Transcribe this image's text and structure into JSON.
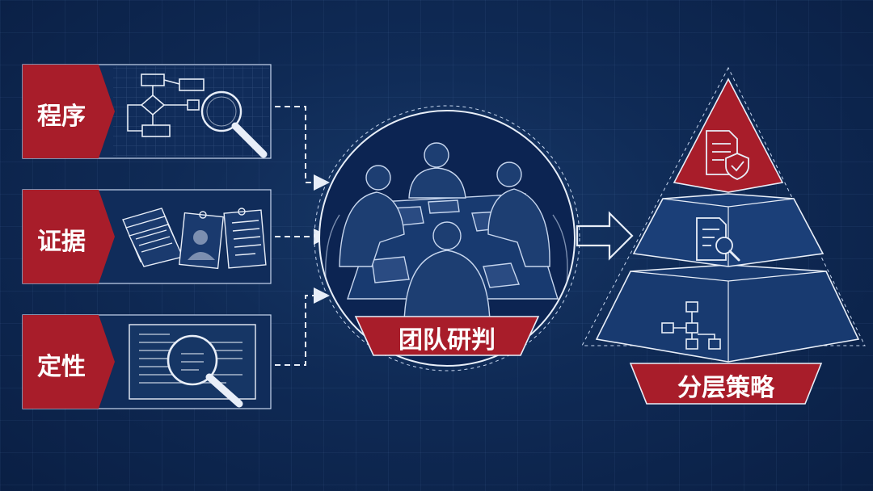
{
  "inputs": [
    {
      "label": "程序",
      "icon": "flowchart-magnifier-icon"
    },
    {
      "label": "证据",
      "icon": "documents-photo-icon"
    },
    {
      "label": "定性",
      "icon": "document-magnifier-icon"
    }
  ],
  "center": {
    "label": "团队研判",
    "icon": "team-meeting-icon"
  },
  "output": {
    "label": "分层策略",
    "tiers": [
      {
        "icon": "document-shield-icon"
      },
      {
        "icon": "document-search-icon"
      },
      {
        "icon": "hierarchy-icon"
      }
    ]
  },
  "colors": {
    "background": "#0f2a55",
    "accent": "#a81d2a",
    "line": "#e8eef8"
  }
}
